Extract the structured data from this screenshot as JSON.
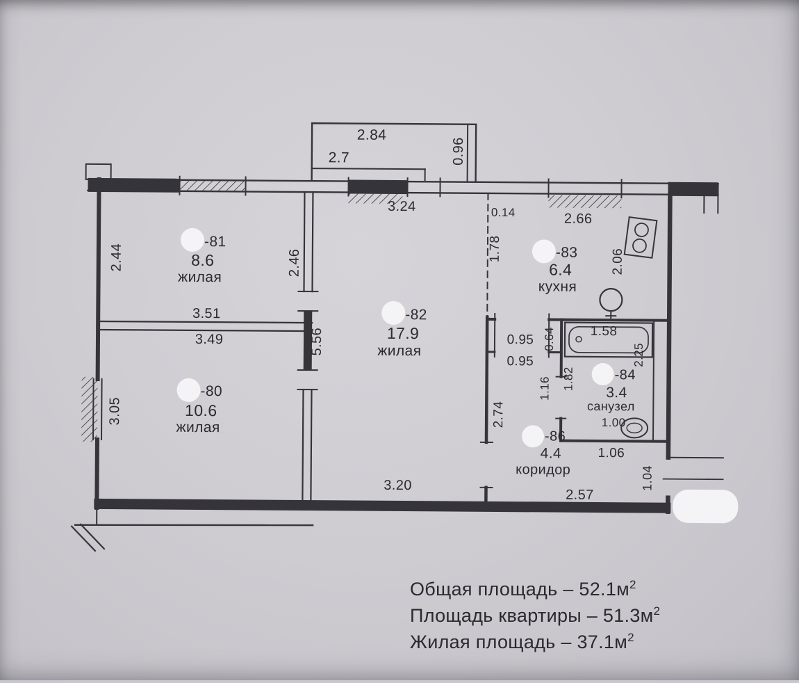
{
  "plan": {
    "balcony": {
      "w_top": "2.84",
      "w_inner": "2.7",
      "depth": "0.96"
    },
    "rooms": {
      "r81": {
        "num": "-81",
        "area": "8.6",
        "type": "жилая"
      },
      "r80": {
        "num": "-80",
        "area": "10.6",
        "type": "жилая"
      },
      "r82": {
        "num": "-82",
        "area": "17.9",
        "type": "жилая"
      },
      "r83": {
        "num": "-83",
        "area": "6.4",
        "type": "кухня"
      },
      "r84": {
        "num": "-84",
        "area": "3.4",
        "type": "санузел"
      },
      "r86": {
        "num": "-86",
        "area": "4.4",
        "type": "коридор"
      }
    },
    "dims": {
      "d324": "3.24",
      "d014": "0.14",
      "d266": "2.66",
      "d244": "2.44",
      "d246": "2.46",
      "d351": "3.51",
      "d349": "3.49",
      "d305": "3.05",
      "d556": "5.56",
      "d320": "3.20",
      "d178": "1.78",
      "d206": "2.06",
      "d095a": "0.95",
      "d064": "0.64",
      "d095b": "0.95",
      "d158": "1.58",
      "d225": "2.25",
      "d182": "1.82",
      "d116": "1.16",
      "d274": "2.74",
      "d100": "1.00",
      "d106": "1.06",
      "d257": "2.57",
      "d104": "1.04"
    }
  },
  "summary": {
    "total": {
      "label": "Общая площадь – 52.1м",
      "sup": "2"
    },
    "apartment": {
      "label": "Площадь квартиры – 51.3м",
      "sup": "2"
    },
    "living": {
      "label": "Жилая площадь – 37.1м",
      "sup": "2"
    }
  }
}
